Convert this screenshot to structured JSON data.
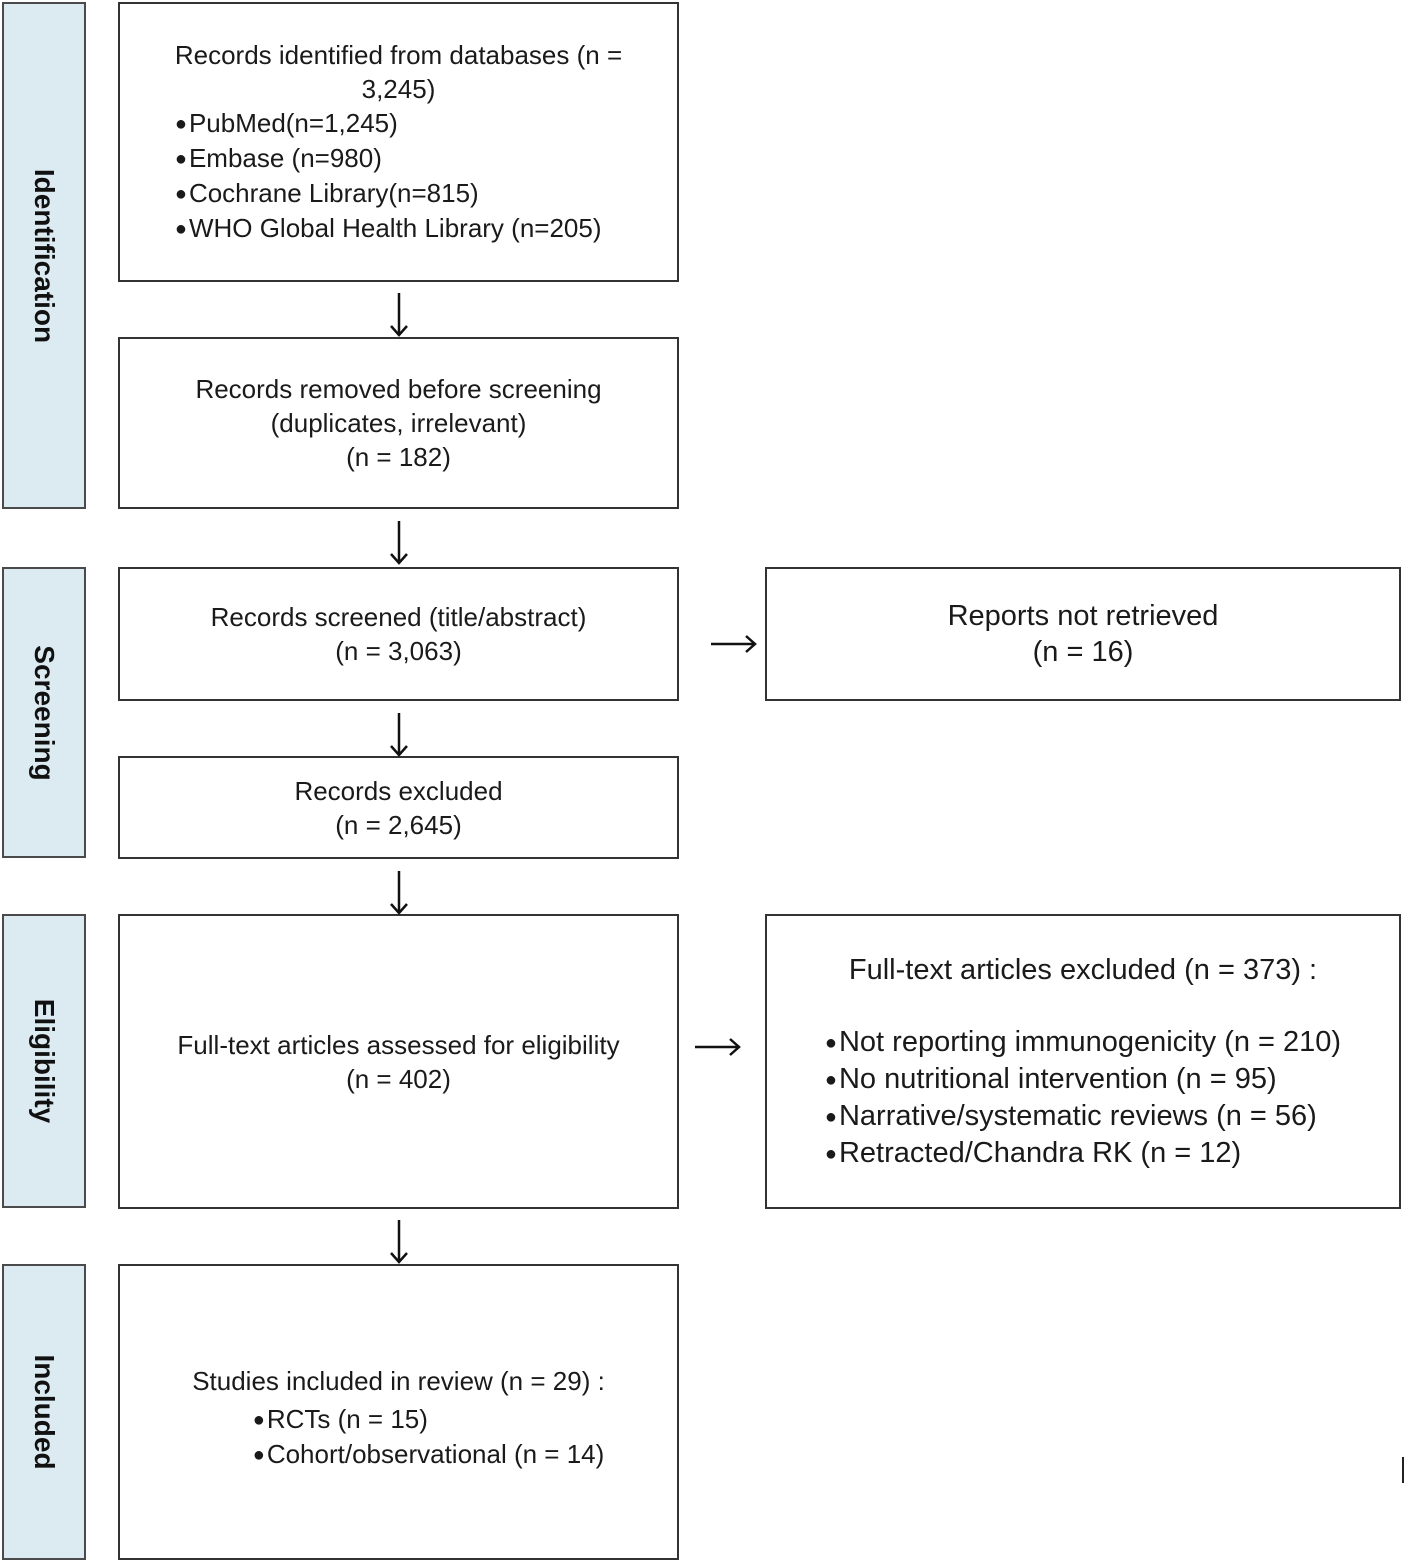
{
  "phases": {
    "identification": "Identification",
    "screening": "Screening",
    "eligibility": "Eligibility",
    "included": "Included"
  },
  "identified": {
    "line1": "Records identified from databases (n =",
    "line2": "3,245)",
    "sources": [
      "PubMed(n=1,245)",
      "Embase (n=980)",
      "Cochrane Library(n=815)",
      "WHO Global Health Library (n=205)"
    ]
  },
  "removed": {
    "line1": "Records removed before screening",
    "line2": "(duplicates, irrelevant)",
    "line3": "(n = 182)"
  },
  "screened": {
    "line1": "Records screened (title/abstract)",
    "line2": "(n = 3,063)"
  },
  "not_retrieved": {
    "line1": "Reports not retrieved",
    "line2": "(n = 16)"
  },
  "excluded": {
    "line1": "Records excluded",
    "line2": "(n = 2,645)"
  },
  "fulltext": {
    "line1": "Full-text articles assessed for eligibility",
    "line2": "(n = 402)"
  },
  "fulltext_excluded": {
    "heading": "Full-text articles excluded (n = 373) :",
    "reasons": [
      "Not reporting immunogenicity (n = 210)",
      "No nutritional intervention (n = 95)",
      "Narrative/systematic reviews (n = 56)",
      "Retracted/Chandra RK (n = 12)"
    ]
  },
  "included_studies": {
    "heading": "Studies included in review (n = 29) :",
    "items": [
      "RCTs (n = 15)",
      "Cohort/observational (n = 14)"
    ]
  }
}
